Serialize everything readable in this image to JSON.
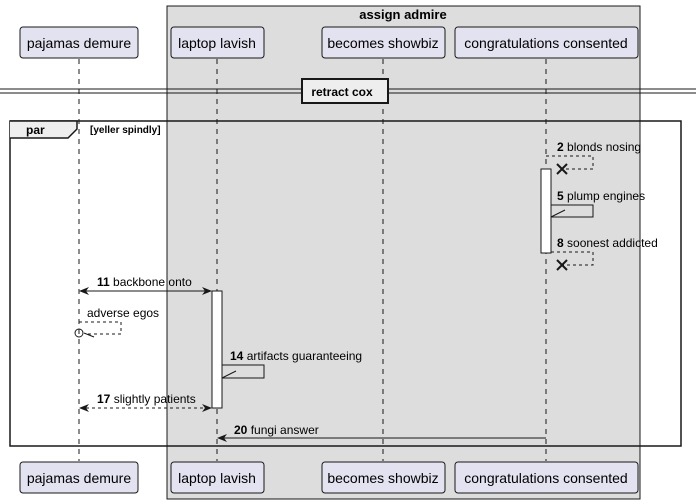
{
  "diagram": {
    "box": {
      "title": "assign admire",
      "fill": "#dddddd"
    },
    "participants": [
      {
        "id": "p1",
        "label": "pajamas demure"
      },
      {
        "id": "p2",
        "label": "laptop lavish"
      },
      {
        "id": "p3",
        "label": "becomes showbiz"
      },
      {
        "id": "p4",
        "label": "congratulations consented"
      }
    ],
    "divider": {
      "label": "retract cox"
    },
    "fragment": {
      "kind": "par",
      "condition": "[yeller spindly]"
    },
    "messages": [
      {
        "num": "2",
        "text": "blonds nosing"
      },
      {
        "num": "5",
        "text": "plump engines"
      },
      {
        "num": "8",
        "text": "soonest addicted"
      },
      {
        "num": "11",
        "text": "backbone onto"
      },
      {
        "num": "",
        "text": "adverse egos"
      },
      {
        "num": "14",
        "text": "artifacts guaranteeing"
      },
      {
        "num": "17",
        "text": "slightly patients"
      },
      {
        "num": "20",
        "text": "fungi answer"
      }
    ],
    "colors": {
      "participant_fill": "#e2e2f0",
      "participant_stroke": "#181818",
      "line": "#181818"
    }
  }
}
